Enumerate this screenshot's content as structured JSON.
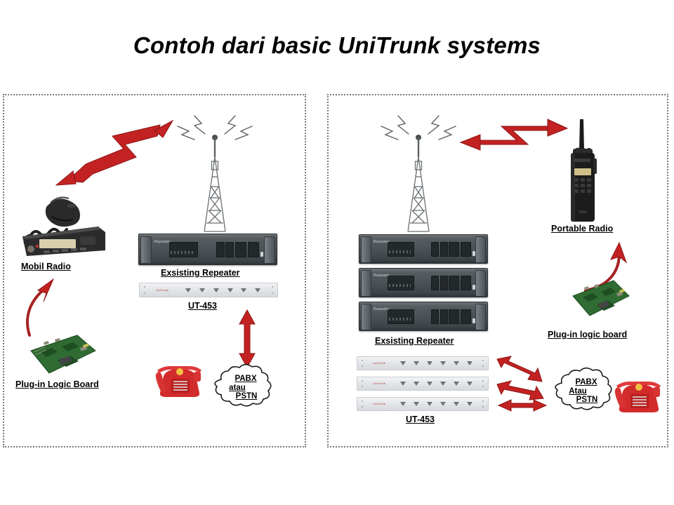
{
  "slide": {
    "title": "Contoh dari basic UniTrunk systems",
    "background": "#ffffff",
    "arrow_color": "#cc2222",
    "panel_border_color": "#7a7a7a"
  },
  "left_panel": {
    "name": "basic-single-channel-system",
    "labels": {
      "mobile_radio": "Mobil Radio",
      "existing_repeater": "Exsisting Repeater",
      "ut453": "UT-453",
      "plugin_board": "Plug-in Logic Board"
    },
    "cloud": {
      "line1": "PABX",
      "line2": "atau",
      "line3": "PSTN"
    },
    "devices": [
      {
        "name": "antenna-tower",
        "count": 1
      },
      {
        "name": "mobile-radio",
        "count": 1
      },
      {
        "name": "plug-in-logic-board",
        "count": 1
      },
      {
        "name": "repeater",
        "count": 1
      },
      {
        "name": "ut-453",
        "count": 1
      },
      {
        "name": "telephone",
        "count": 1
      }
    ],
    "arrows": [
      {
        "name": "rf-link-arrow",
        "style": "zigzag-double",
        "color": "#cc2222"
      },
      {
        "name": "board-install-arrow",
        "style": "curved-single",
        "color": "#cc2222"
      },
      {
        "name": "pstn-link-arrow",
        "style": "straight-double-vertical",
        "color": "#cc2222"
      }
    ]
  },
  "right_panel": {
    "name": "basic-multi-channel-system",
    "labels": {
      "portable_radio": "Portable Radio",
      "plugin_board": "Plug-in logic board",
      "existing_repeater": "Exsisting Repeater",
      "ut453": "UT-453"
    },
    "cloud": {
      "line1": "PABX",
      "line2": "Atau",
      "line3": "PSTN"
    },
    "devices": [
      {
        "name": "antenna-tower",
        "count": 1
      },
      {
        "name": "portable-radio",
        "count": 1
      },
      {
        "name": "plug-in-logic-board",
        "count": 1
      },
      {
        "name": "repeater",
        "count": 3
      },
      {
        "name": "ut-453",
        "count": 3
      },
      {
        "name": "telephone",
        "count": 1
      }
    ],
    "arrows": [
      {
        "name": "rf-link-arrow",
        "style": "zigzag-double",
        "color": "#cc2222"
      },
      {
        "name": "board-install-arrow",
        "style": "curved-single",
        "color": "#cc2222"
      },
      {
        "name": "pstn-link-arrow-1",
        "style": "straight-double-diagonal",
        "color": "#cc2222"
      },
      {
        "name": "pstn-link-arrow-2",
        "style": "straight-double-diagonal",
        "color": "#cc2222"
      },
      {
        "name": "pstn-link-arrow-3",
        "style": "straight-double",
        "color": "#cc2222"
      }
    ]
  }
}
